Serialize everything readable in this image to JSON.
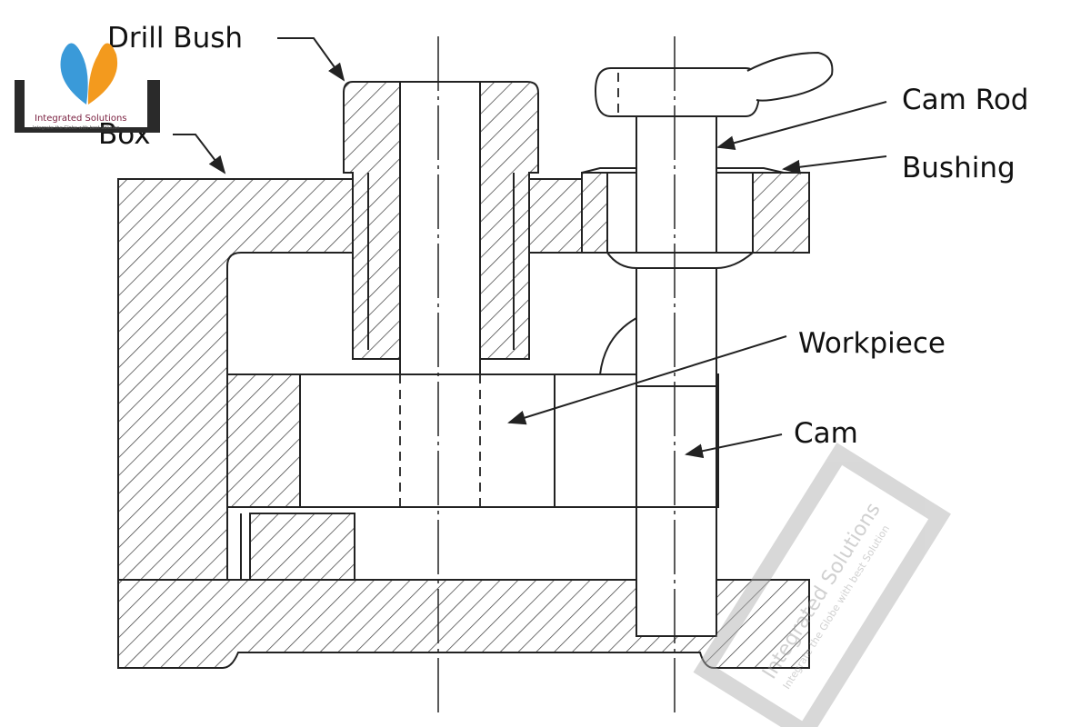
{
  "labels": {
    "drill_bush": "Drill Bush",
    "box": "Box",
    "cam_rod": "Cam Rod",
    "bushing": "Bushing",
    "workpiece": "Workpiece",
    "cam": "Cam"
  },
  "logo": {
    "name": "Integrated Solutions",
    "tagline": "Integrate the Globe with best Solution"
  },
  "watermark": {
    "name": "Integrated Solutions",
    "tagline": "Integrate the Globe with best Solution"
  },
  "colors": {
    "line": "#222222",
    "logo_blue": "#3a9ad9",
    "logo_orange": "#f39a1e",
    "logo_text": "#7a2040"
  }
}
